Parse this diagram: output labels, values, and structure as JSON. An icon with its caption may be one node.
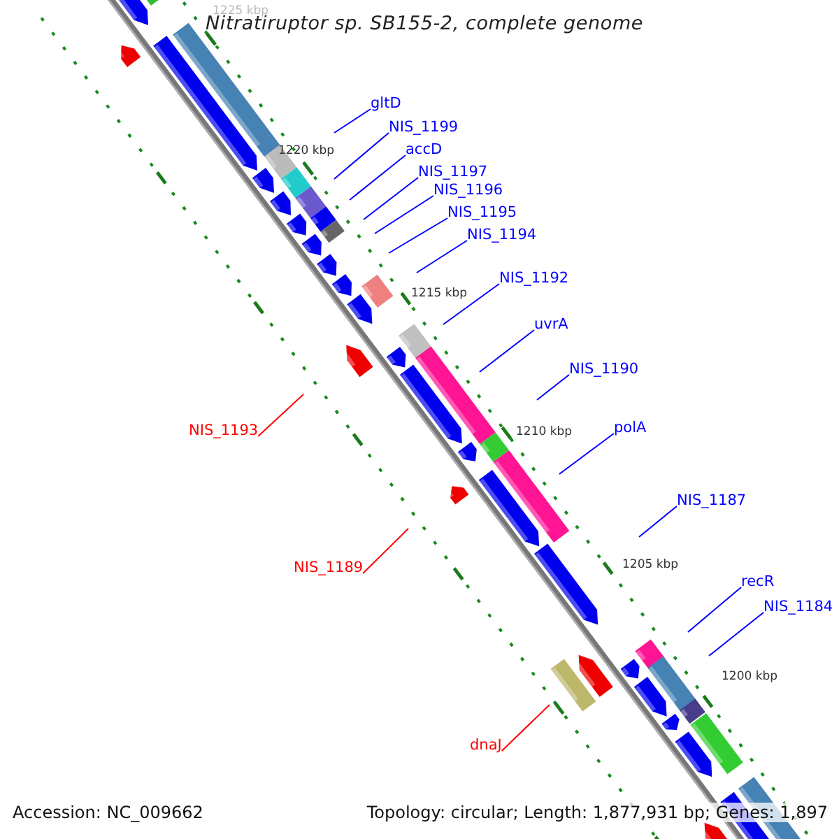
{
  "diagram": {
    "title": "Nitratiruptor sp. SB155-2, complete genome",
    "nodes": [
      {
        "text": [
          "gltD"
        ]
      },
      {
        "text": [
          "NIS_1199"
        ]
      },
      {
        "text": [
          "accD"
        ]
      },
      {
        "text": [
          "NIS_1197"
        ]
      },
      {
        "text": [
          "NIS_1196"
        ]
      },
      {
        "text": [
          "NIS_1195"
        ]
      },
      {
        "text": [
          "NIS_1194"
        ]
      },
      {
        "text": [
          "NIS_1193"
        ]
      },
      {
        "text": [
          "NIS_1192"
        ]
      },
      {
        "text": [
          "uvrA"
        ]
      },
      {
        "text": [
          "NIS_1190"
        ]
      },
      {
        "text": [
          "polA"
        ]
      },
      {
        "text": [
          "NIS_1189"
        ]
      },
      {
        "text": [
          "NIS_1187"
        ]
      },
      {
        "text": [
          "recR"
        ]
      },
      {
        "text": [
          "NIS_1184"
        ]
      },
      {
        "text": [
          "dnaJ"
        ]
      }
    ],
    "edges": [
      {
        "from": 0,
        "to": null,
        "arrow": "none"
      },
      {
        "from": 1,
        "to": null,
        "arrow": "none"
      },
      {
        "from": 2,
        "to": null,
        "arrow": "none"
      },
      {
        "from": 3,
        "to": null,
        "arrow": "none"
      },
      {
        "from": 4,
        "to": null,
        "arrow": "none"
      },
      {
        "from": 5,
        "to": null,
        "arrow": "none"
      },
      {
        "from": 6,
        "to": null,
        "arrow": "none"
      },
      {
        "from": 7,
        "to": null,
        "arrow": "none",
        "color": "#ff0000"
      },
      {
        "from": 8,
        "to": null,
        "arrow": "none"
      },
      {
        "from": 9,
        "to": null,
        "arrow": "none"
      },
      {
        "from": 10,
        "to": null,
        "arrow": "none"
      },
      {
        "from": 11,
        "to": null,
        "arrow": "none"
      },
      {
        "from": 12,
        "to": null,
        "arrow": "none",
        "color": "#ff0000"
      },
      {
        "from": 13,
        "to": null,
        "arrow": "none"
      },
      {
        "from": 14,
        "to": null,
        "arrow": "none"
      },
      {
        "from": 15,
        "to": null,
        "arrow": "none"
      },
      {
        "from": 16,
        "to": null,
        "arrow": "none",
        "color": "#ff0000"
      }
    ],
    "labels": [
      "1225 kbp",
      "1220 kbp",
      "1215 kbp",
      "1210 kbp",
      "1205 kbp",
      "1200 kbp",
      "Accession: NC_009662",
      "Topology: circular; Length: 1,877,931 bp; Genes: 1,897"
    ]
  }
}
